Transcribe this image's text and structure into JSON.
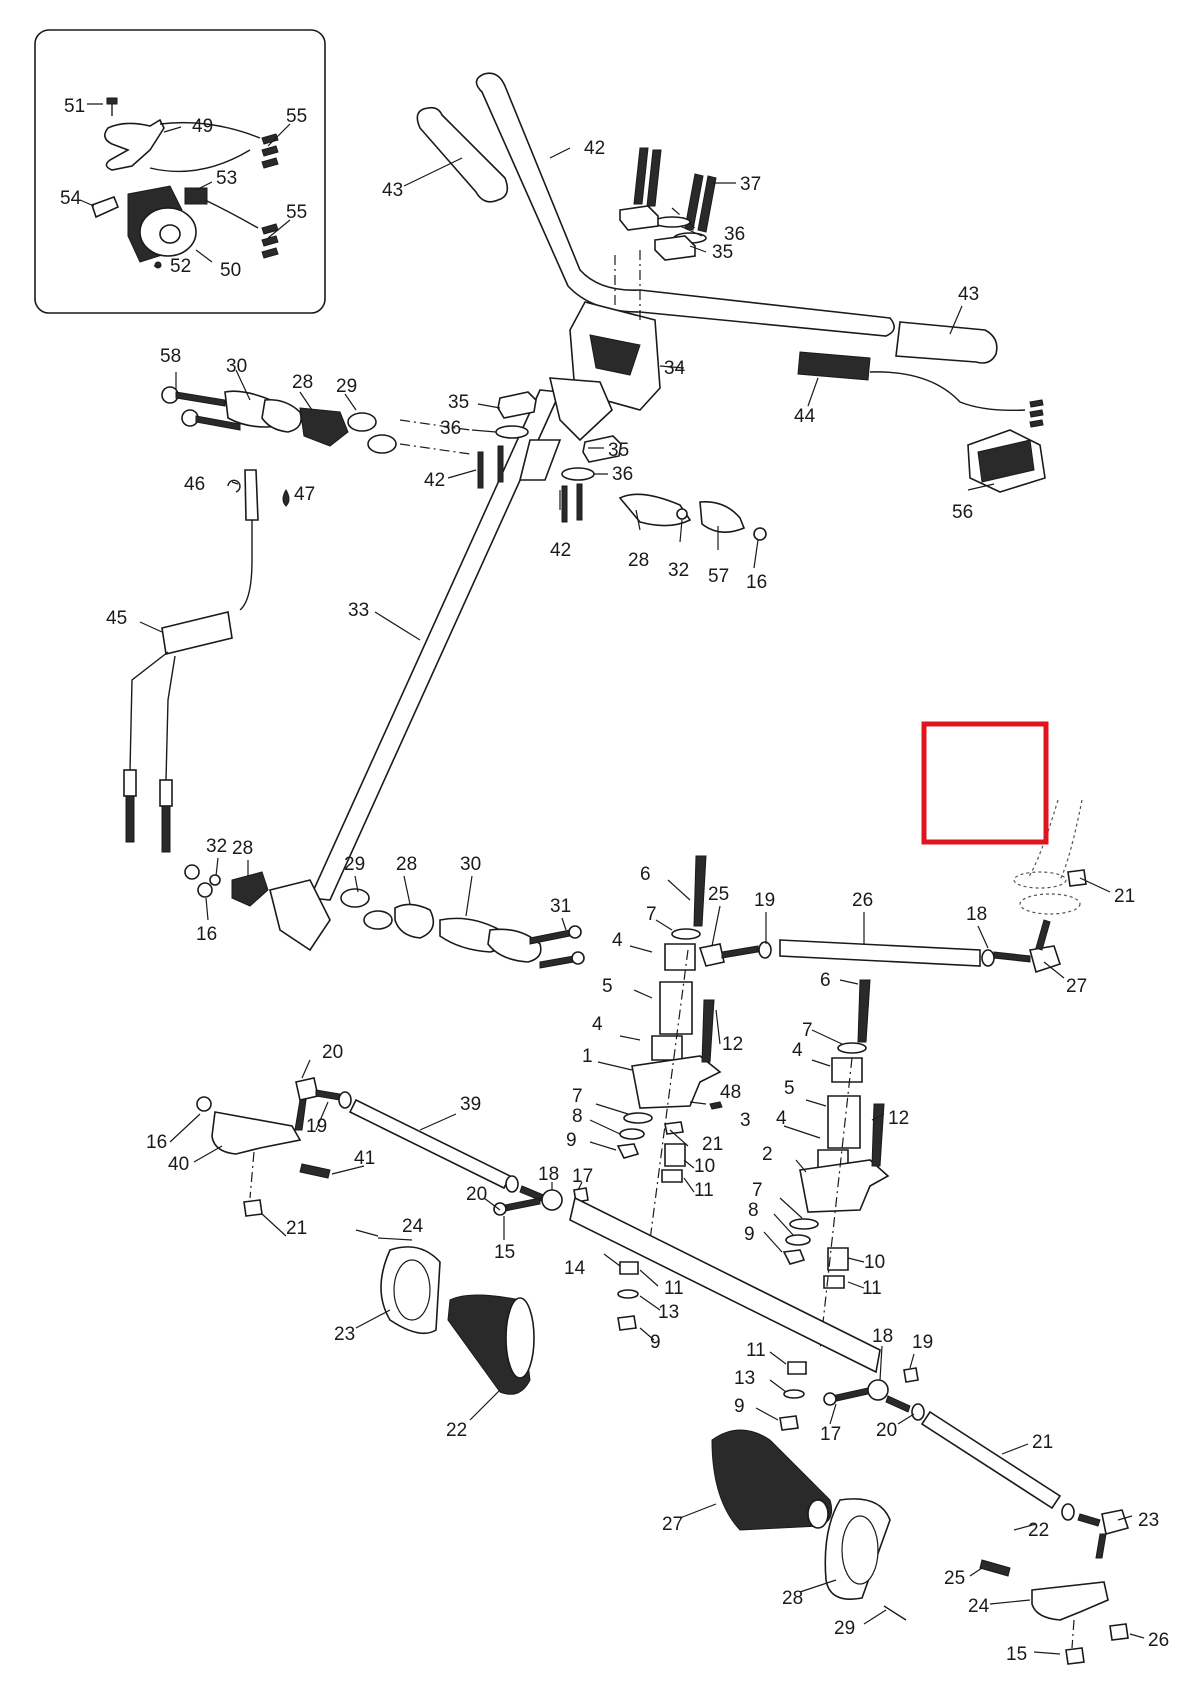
{
  "colors": {
    "highlight": "#e0141e",
    "ink": "#1a1a1a",
    "paper": "#ffffff"
  },
  "inset": {
    "labels": [
      "51",
      "49",
      "55",
      "53",
      "54",
      "55",
      "52",
      "50"
    ]
  },
  "callouts": {
    "c51": "51",
    "c49": "49",
    "c55a": "55",
    "c53": "53",
    "c54": "54",
    "c55b": "55",
    "c52": "52",
    "c50": "50",
    "c43a": "43",
    "c42a": "42",
    "c37": "37",
    "c36a": "36",
    "c35a": "35",
    "c43b": "43",
    "c34": "34",
    "c44": "44",
    "c56": "56",
    "c58": "58",
    "c30a": "30",
    "c28a": "28",
    "c29a": "29",
    "c35b": "35",
    "c36b": "36",
    "c35c": "35",
    "c36c": "36",
    "c42b": "42",
    "c42c": "42",
    "c46": "46",
    "c47": "47",
    "c28b": "28",
    "c32a": "32",
    "c57": "57",
    "c16a": "16",
    "c45": "45",
    "c33": "33",
    "c32b": "32",
    "c28c": "28",
    "c16b": "16",
    "c29b": "29",
    "c28d": "28",
    "c30b": "30",
    "c31": "31",
    "c6a": "6",
    "c25": "25",
    "c19a": "19",
    "c26": "26",
    "c18a": "18",
    "c21a": "21",
    "c27a": "27",
    "c7a": "7",
    "c4a": "4",
    "c5a": "5",
    "c4b": "4",
    "c12a": "12",
    "c1": "1",
    "c8a": "8",
    "c9a": "9",
    "c48": "48",
    "c3": "3",
    "c21b": "21",
    "c10a": "10",
    "c11a": "11",
    "c6b": "6",
    "c7b": "7",
    "c4c": "4",
    "c5b": "5",
    "c4d": "4",
    "c2": "2",
    "c12b": "12",
    "c7c": "7",
    "c8b": "8",
    "c9b": "9",
    "c10b": "10",
    "c11b": "11",
    "c20a": "20",
    "c19b": "19",
    "c16c": "16",
    "c40": "40",
    "c39": "39",
    "c41": "41",
    "c21c": "21",
    "c18b": "18",
    "c17a": "17",
    "c20b": "20",
    "c15a": "15",
    "c14": "14",
    "c24a": "24",
    "c23a": "23",
    "c22a": "22",
    "c11c": "11",
    "c13a": "13",
    "c9c": "9",
    "c11d": "11",
    "c13b": "13",
    "c9d": "9",
    "c18c": "18",
    "c19c": "19",
    "c17b": "17",
    "c20c": "20",
    "c21d": "21",
    "c27b": "27",
    "c28e": "28",
    "c29c": "29",
    "c22b": "22",
    "c23b": "23",
    "c25b": "25",
    "c24b": "24",
    "c26b": "26",
    "c15b": "15"
  }
}
